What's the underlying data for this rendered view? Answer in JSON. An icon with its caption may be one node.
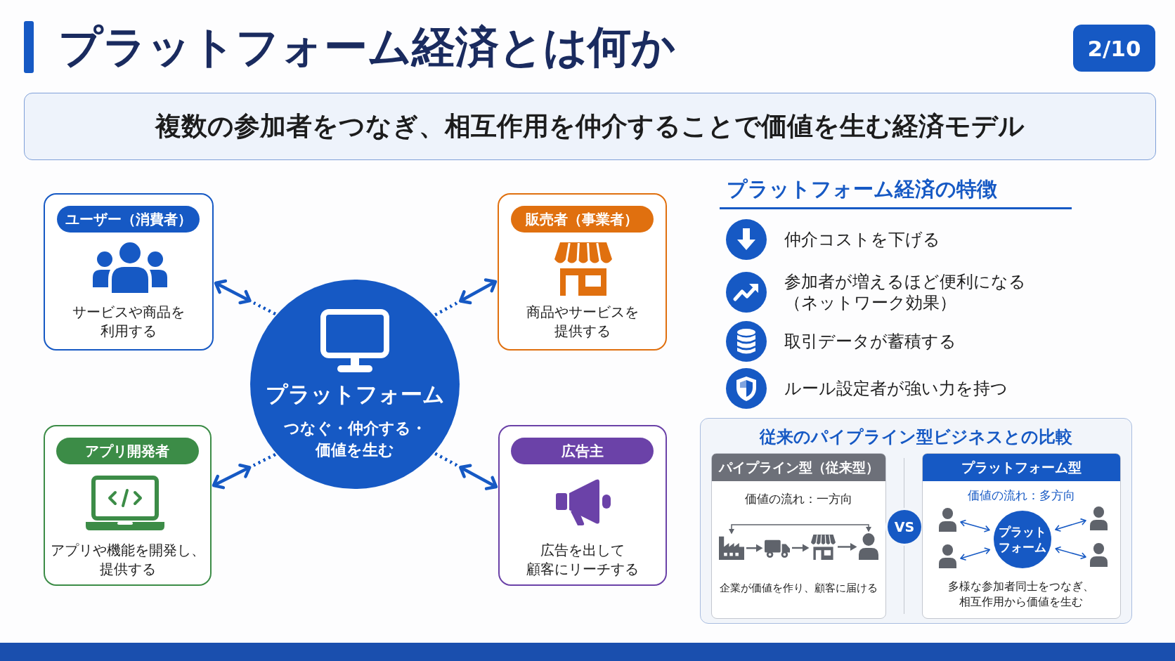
{
  "diagram": {
    "title": "プラットフォーム経済とは何か",
    "nodes": [
      {
        "text": [
          "2/10"
        ]
      },
      {
        "text": [
          "複数の参加者をつなぎ、相互作用を仲介することで価値を生む経済モデル"
        ]
      },
      {
        "text": [
          "ユーザー（消費者）",
          "サービスや商品を利用する"
        ]
      },
      {
        "text": [
          "販売者（事業者）",
          "商品やサービスを提供する"
        ]
      },
      {
        "text": [
          "プラットフォーム",
          "つなぐ・仲介する・価値を生む"
        ]
      },
      {
        "text": [
          "アプリ開発者",
          "アプリや機能を開発し、提供する"
        ]
      },
      {
        "text": [
          "広告主",
          "広告を出して顧客にリーチする"
        ]
      },
      {
        "text": [
          "従来のパイプライン型ビジネスとの比較"
        ]
      },
      {
        "text": [
          "パイプライン型（従来型）",
          "価値の流れ：一方向",
          "企業が価値を作り、顧客に届ける"
        ],
        "in": 7
      },
      {
        "text": [],
        "shape": "picture",
        "in": 8
      },
      {
        "text": [],
        "shape": "picture",
        "in": 8
      },
      {
        "text": [],
        "shape": "picture",
        "in": 8
      },
      {
        "text": [],
        "shape": "person",
        "in": 8
      },
      {
        "text": [
          "VS"
        ],
        "in": 7
      },
      {
        "text": [
          "プラットフォーム型",
          "価値の流れ：多方向",
          "多様な参加者同士をつなぎ、相互作用から価値を生む"
        ],
        "in": 7
      },
      {
        "text": [],
        "shape": "person",
        "in": 14
      },
      {
        "text": [
          "プラットフォーム"
        ],
        "in": 14
      },
      {
        "text": [],
        "shape": "person",
        "in": 14
      },
      {
        "text": [],
        "shape": "person",
        "in": 14
      },
      {
        "text": [],
        "shape": "person",
        "in": 14
      }
    ],
    "edges": [
      {
        "from": 2,
        "to": 4,
        "arrow": "both",
        "style": "thick"
      },
      {
        "from": 3,
        "to": 4,
        "arrow": "both",
        "style": "thick"
      },
      {
        "from": 5,
        "to": 4,
        "arrow": "both",
        "style": "thick"
      },
      {
        "from": 6,
        "to": 4,
        "arrow": "both",
        "style": "thick"
      },
      {
        "from": 9,
        "to": 10,
        "arrow": "to",
        "color": "#5f636b"
      },
      {
        "from": 10,
        "to": 11,
        "arrow": "to",
        "color": "#5f636b"
      },
      {
        "from": 11,
        "to": 12,
        "arrow": "to",
        "color": "#5f636b"
      },
      {
        "from": 9,
        "to": 12,
        "arrow": "both",
        "color": "#5f636b"
      },
      {
        "from": 15,
        "to": 16,
        "arrow": "both"
      },
      {
        "from": 17,
        "to": 16,
        "arrow": "both"
      },
      {
        "from": 18,
        "to": 16,
        "arrow": "both"
      },
      {
        "from": 19,
        "to": 16,
        "arrow": "both"
      }
    ],
    "labels": [
      "プラットフォーム経済の特徴",
      "仲介コストを下げる",
      "参加者が増えるほど便利になる（ネットワーク効果）",
      "取引データが蓄積する",
      "ルール設定者が強い力を持つ"
    ]
  }
}
